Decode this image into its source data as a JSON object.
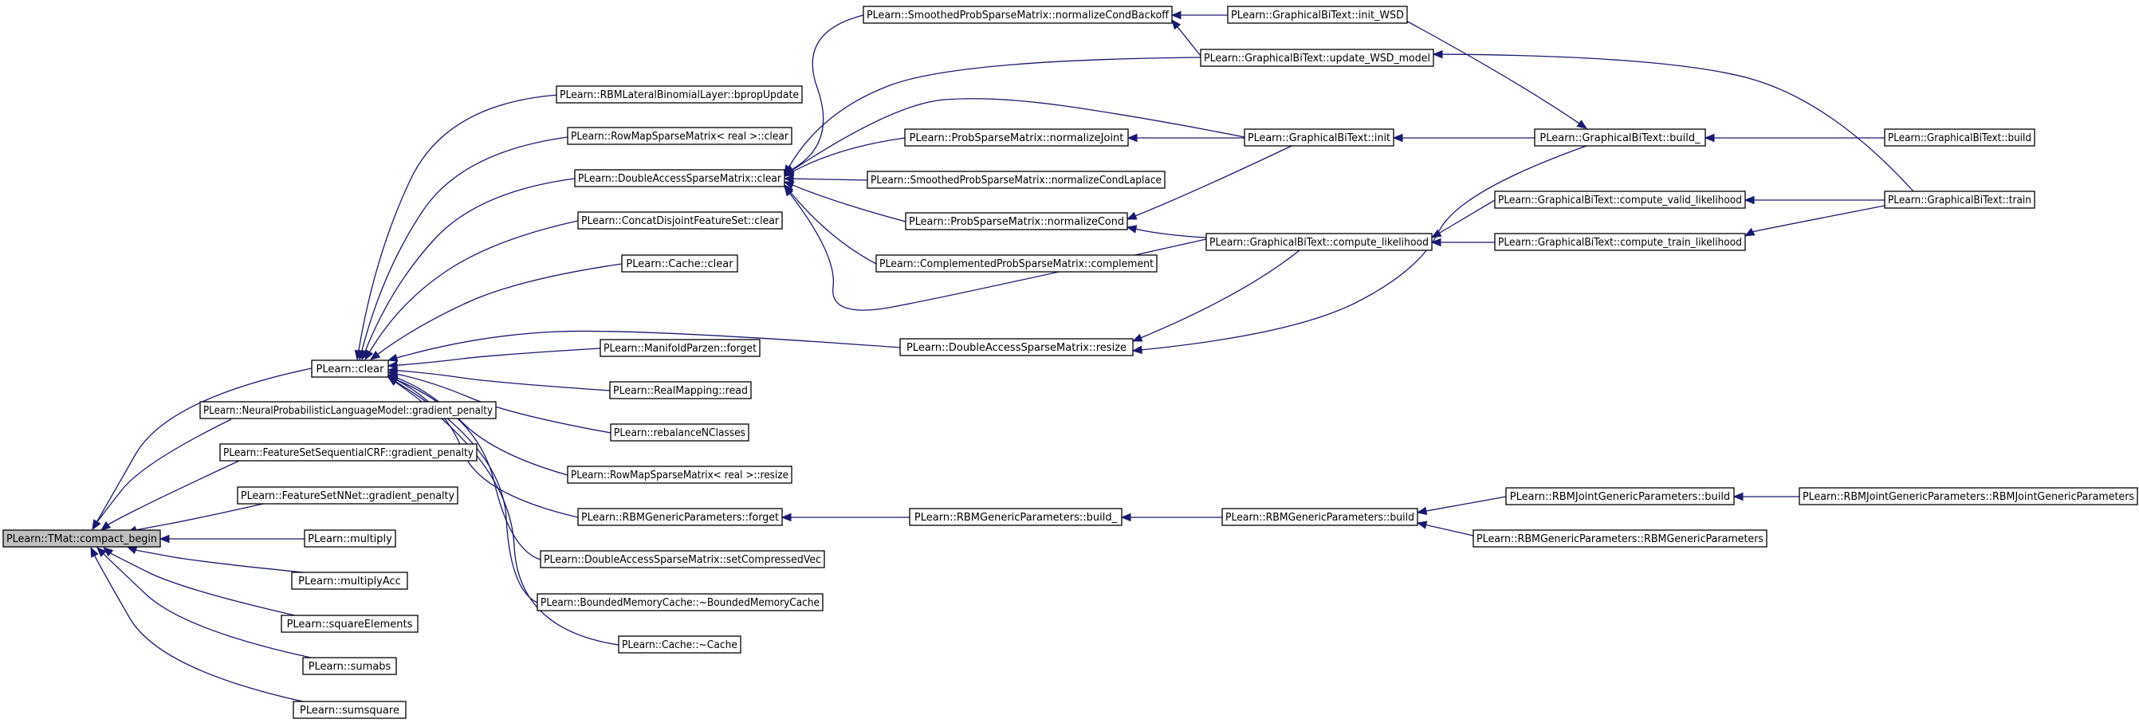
{
  "graph": {
    "title": "",
    "colors": {
      "edge": "#191970",
      "root_fill": "#bfbfbf",
      "node_fill": "#ffffff",
      "node_border": "#000000"
    },
    "nodes": [
      {
        "id": "n0",
        "label": "PLearn::TMat::compact_begin",
        "root": true
      },
      {
        "id": "n1",
        "label": "PLearn::clear"
      },
      {
        "id": "n2",
        "label": "PLearn::NeuralProbabilisticLanguageModel::gradient_penalty"
      },
      {
        "id": "n3",
        "label": "PLearn::FeatureSetSequentialCRF::gradient_penalty"
      },
      {
        "id": "n4",
        "label": "PLearn::FeatureSetNNet::gradient_penalty"
      },
      {
        "id": "n5",
        "label": "PLearn::multiply"
      },
      {
        "id": "n6",
        "label": "PLearn::multiplyAcc"
      },
      {
        "id": "n7",
        "label": "PLearn::squareElements"
      },
      {
        "id": "n8",
        "label": "PLearn::sumabs"
      },
      {
        "id": "n9",
        "label": "PLearn::sumsquare"
      },
      {
        "id": "n10",
        "label": "PLearn::RBMLateralBinomialLayer::bpropUpdate"
      },
      {
        "id": "n11",
        "label": "PLearn::RowMapSparseMatrix< real >::clear"
      },
      {
        "id": "n12",
        "label": "PLearn::DoubleAccessSparseMatrix::clear"
      },
      {
        "id": "n13",
        "label": "PLearn::ConcatDisjointFeatureSet::clear"
      },
      {
        "id": "n14",
        "label": "PLearn::Cache::clear"
      },
      {
        "id": "n15",
        "label": "PLearn::ManifoldParzen::forget"
      },
      {
        "id": "n16",
        "label": "PLearn::RealMapping::read"
      },
      {
        "id": "n17",
        "label": "PLearn::rebalanceNClasses"
      },
      {
        "id": "n18",
        "label": "PLearn::RowMapSparseMatrix< real >::resize"
      },
      {
        "id": "n19",
        "label": "PLearn::RBMGenericParameters::forget"
      },
      {
        "id": "n20",
        "label": "PLearn::DoubleAccessSparseMatrix::setCompressedVec"
      },
      {
        "id": "n21",
        "label": "PLearn::BoundedMemoryCache::~BoundedMemoryCache"
      },
      {
        "id": "n22",
        "label": "PLearn::Cache::~Cache"
      },
      {
        "id": "n23",
        "label": "PLearn::SmoothedProbSparseMatrix::normalizeCondBackoff"
      },
      {
        "id": "n24",
        "label": "PLearn::ProbSparseMatrix::normalizeJoint"
      },
      {
        "id": "n25",
        "label": "PLearn::SmoothedProbSparseMatrix::normalizeCondLaplace"
      },
      {
        "id": "n26",
        "label": "PLearn::ProbSparseMatrix::normalizeCond"
      },
      {
        "id": "n27",
        "label": "PLearn::ComplementedProbSparseMatrix::complement"
      },
      {
        "id": "n28",
        "label": "PLearn::DoubleAccessSparseMatrix::resize"
      },
      {
        "id": "n29",
        "label": "PLearn::RBMGenericParameters::build_"
      },
      {
        "id": "n30",
        "label": "PLearn::GraphicalBiText::init_WSD"
      },
      {
        "id": "n31",
        "label": "PLearn::GraphicalBiText::update_WSD_model"
      },
      {
        "id": "n32",
        "label": "PLearn::GraphicalBiText::init"
      },
      {
        "id": "n33",
        "label": "PLearn::GraphicalBiText::compute_likelihood"
      },
      {
        "id": "n34",
        "label": "PLearn::RBMGenericParameters::build"
      },
      {
        "id": "n35",
        "label": "PLearn::GraphicalBiText::build_"
      },
      {
        "id": "n36",
        "label": "PLearn::GraphicalBiText::compute_valid_likelihood"
      },
      {
        "id": "n37",
        "label": "PLearn::GraphicalBiText::compute_train_likelihood"
      },
      {
        "id": "n38",
        "label": "PLearn::RBMJointGenericParameters::build"
      },
      {
        "id": "n39",
        "label": "PLearn::RBMGenericParameters::RBMGenericParameters"
      },
      {
        "id": "n40",
        "label": "PLearn::GraphicalBiText::build"
      },
      {
        "id": "n41",
        "label": "PLearn::GraphicalBiText::train"
      },
      {
        "id": "n42",
        "label": "PLearn::RBMJointGenericParameters::RBMJointGenericParameters"
      }
    ],
    "edges": [
      {
        "from": "n1",
        "to": "n0"
      },
      {
        "from": "n2",
        "to": "n0"
      },
      {
        "from": "n3",
        "to": "n0"
      },
      {
        "from": "n4",
        "to": "n0"
      },
      {
        "from": "n5",
        "to": "n0"
      },
      {
        "from": "n6",
        "to": "n0"
      },
      {
        "from": "n7",
        "to": "n0"
      },
      {
        "from": "n8",
        "to": "n0"
      },
      {
        "from": "n9",
        "to": "n0"
      },
      {
        "from": "n10",
        "to": "n1"
      },
      {
        "from": "n11",
        "to": "n1"
      },
      {
        "from": "n12",
        "to": "n1"
      },
      {
        "from": "n13",
        "to": "n1"
      },
      {
        "from": "n14",
        "to": "n1"
      },
      {
        "from": "n28",
        "to": "n1"
      },
      {
        "from": "n15",
        "to": "n1"
      },
      {
        "from": "n16",
        "to": "n1"
      },
      {
        "from": "n17",
        "to": "n1"
      },
      {
        "from": "n18",
        "to": "n1"
      },
      {
        "from": "n19",
        "to": "n1"
      },
      {
        "from": "n20",
        "to": "n1"
      },
      {
        "from": "n21",
        "to": "n1"
      },
      {
        "from": "n22",
        "to": "n1"
      },
      {
        "from": "n23",
        "to": "n12"
      },
      {
        "from": "n31",
        "to": "n12"
      },
      {
        "from": "n32",
        "to": "n12"
      },
      {
        "from": "n24",
        "to": "n12"
      },
      {
        "from": "n25",
        "to": "n12"
      },
      {
        "from": "n26",
        "to": "n12"
      },
      {
        "from": "n27",
        "to": "n12"
      },
      {
        "from": "n33",
        "to": "n12"
      },
      {
        "from": "n30",
        "to": "n23"
      },
      {
        "from": "n31",
        "to": "n23"
      },
      {
        "from": "n32",
        "to": "n24"
      },
      {
        "from": "n32",
        "to": "n26"
      },
      {
        "from": "n33",
        "to": "n26"
      },
      {
        "from": "n33",
        "to": "n28"
      },
      {
        "from": "n35",
        "to": "n28"
      },
      {
        "from": "n35",
        "to": "n32"
      },
      {
        "from": "n30",
        "to": "n35"
      },
      {
        "from": "n40",
        "to": "n35"
      },
      {
        "from": "n41",
        "to": "n31"
      },
      {
        "from": "n36",
        "to": "n33"
      },
      {
        "from": "n37",
        "to": "n33"
      },
      {
        "from": "n41",
        "to": "n36"
      },
      {
        "from": "n41",
        "to": "n37"
      },
      {
        "from": "n29",
        "to": "n19"
      },
      {
        "from": "n34",
        "to": "n29"
      },
      {
        "from": "n38",
        "to": "n34"
      },
      {
        "from": "n39",
        "to": "n34"
      },
      {
        "from": "n42",
        "to": "n38"
      }
    ]
  }
}
